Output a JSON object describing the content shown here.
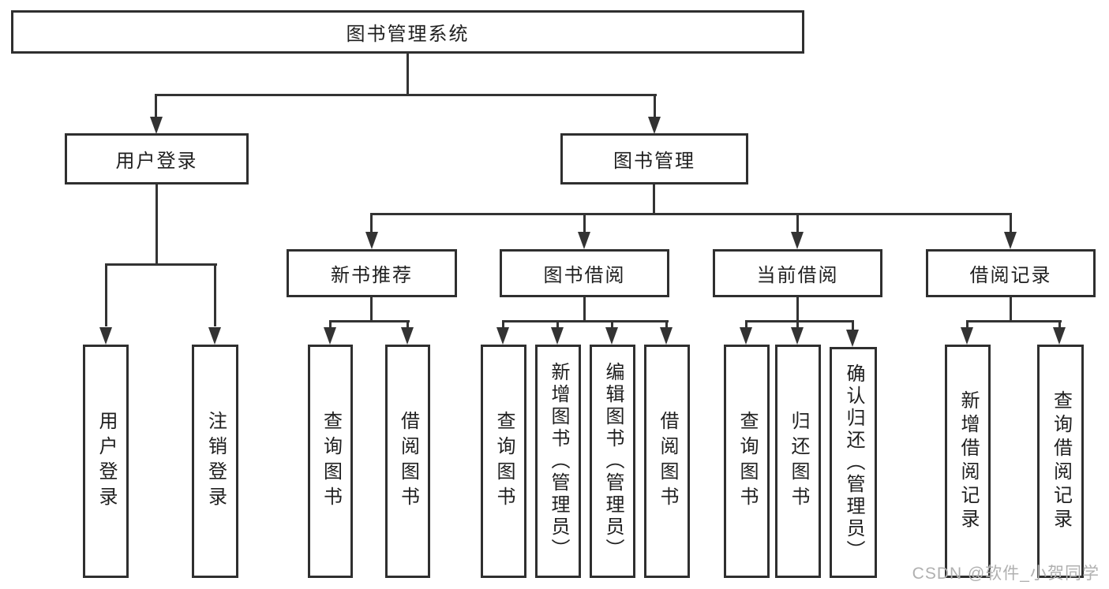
{
  "diagram": {
    "type": "feature-tree",
    "watermark": "CSDN @软件_小贺同学",
    "colors": {
      "line": "#333333",
      "border": "#2f2f2f",
      "text": "#1f1f1f",
      "watermark": "#b0b0b0",
      "background": "#ffffff"
    },
    "tree": {
      "root": {
        "label": "图书管理系统"
      },
      "branches": [
        {
          "label": "用户登录",
          "children": [
            {
              "label": "用户登录"
            },
            {
              "label": "注销登录"
            }
          ]
        },
        {
          "label": "图书管理",
          "children": [
            {
              "label": "新书推荐",
              "children": [
                {
                  "label": "查询图书"
                },
                {
                  "label": "借阅图书"
                }
              ]
            },
            {
              "label": "图书借阅",
              "children": [
                {
                  "label": "查询图书"
                },
                {
                  "label": "新增图书（管理员）"
                },
                {
                  "label": "编辑图书（管理员）"
                },
                {
                  "label": "借阅图书"
                }
              ]
            },
            {
              "label": "当前借阅",
              "children": [
                {
                  "label": "查询图书"
                },
                {
                  "label": "归还图书"
                },
                {
                  "label": "确认归还（管理员）"
                }
              ]
            },
            {
              "label": "借阅记录",
              "children": [
                {
                  "label": "新增借阅记录"
                },
                {
                  "label": "查询借阅记录"
                }
              ]
            }
          ]
        }
      ]
    }
  }
}
